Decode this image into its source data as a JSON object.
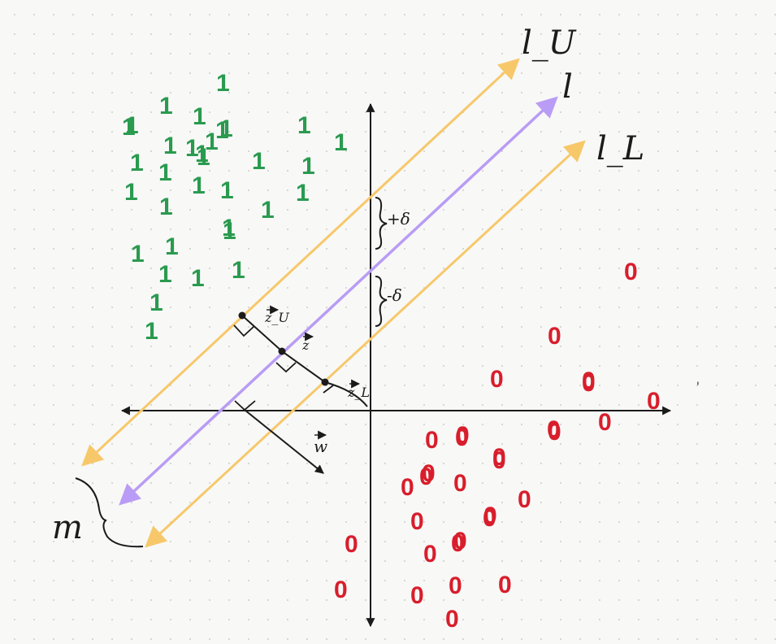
{
  "diagram": {
    "colors": {
      "class_one": "#2a9a4f",
      "class_zero": "#d81e2c",
      "line_center": "#b99cf5",
      "line_bounds": "#f7c86a",
      "ink": "#1b1b1b"
    },
    "line_labels": {
      "upper": "l_U",
      "center": "l",
      "lower": "l_L"
    },
    "offset_labels": {
      "plus": "+δ",
      "minus": "-δ"
    },
    "vector_labels": {
      "z_upper": "z_U",
      "z": "z",
      "z_lower": "z_L",
      "w": "w"
    },
    "margin_label": "m",
    "stray_mark": "'",
    "class_one_glyph": "1",
    "class_zero_glyph": "0",
    "class_one_count": 33,
    "class_zero_count": 31
  }
}
